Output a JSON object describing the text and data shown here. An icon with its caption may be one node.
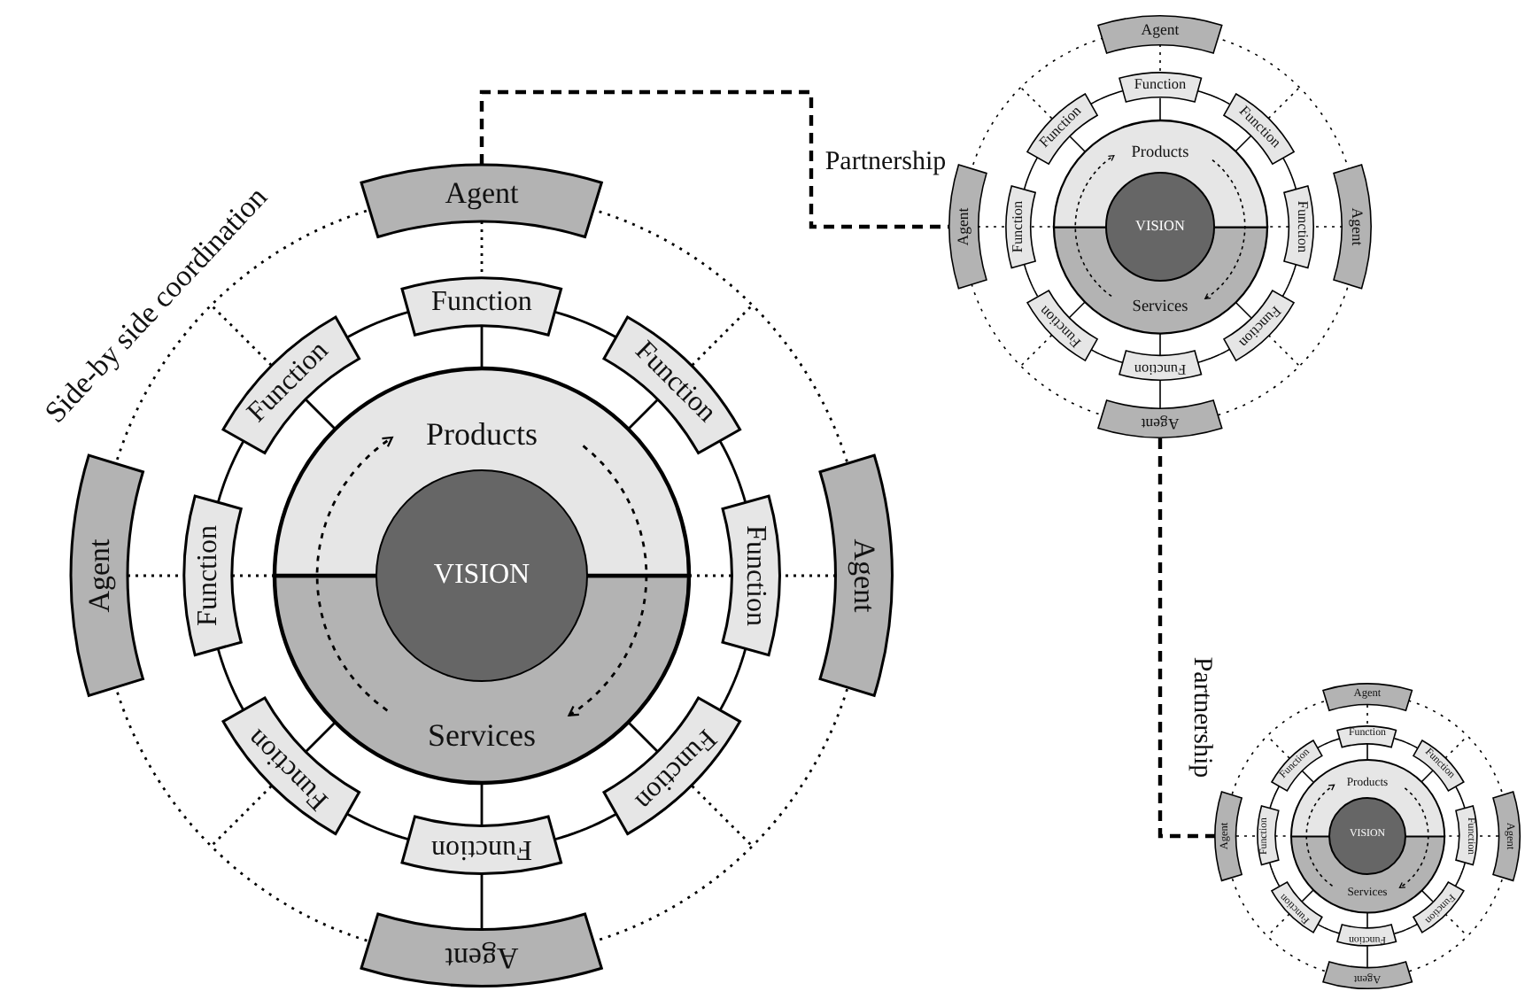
{
  "diagram": {
    "nodes": [
      {
        "text": [
          "Agent"
        ]
      },
      {
        "text": [
          "Agent"
        ]
      },
      {
        "text": [
          "Agent"
        ]
      },
      {
        "text": [
          "Agent"
        ]
      },
      {
        "text": [
          "Function"
        ]
      },
      {
        "text": [
          "Function"
        ]
      },
      {
        "text": [
          "Function"
        ]
      },
      {
        "text": [
          "Function"
        ]
      },
      {
        "text": [
          "Function"
        ]
      },
      {
        "text": [
          "Function"
        ]
      },
      {
        "text": [
          "Function"
        ]
      },
      {
        "text": [
          "Function"
        ]
      },
      {
        "text": [
          "Products"
        ]
      },
      {
        "text": [
          "VISION"
        ]
      },
      {
        "text": [
          "Services"
        ]
      },
      {
        "text": [
          "Agent"
        ]
      },
      {
        "text": [
          "Agent"
        ]
      },
      {
        "text": [
          "Agent"
        ]
      },
      {
        "text": [
          "Agent"
        ]
      },
      {
        "text": [
          "Function"
        ]
      },
      {
        "text": [
          "Function"
        ]
      },
      {
        "text": [
          "Function"
        ]
      },
      {
        "text": [
          "Function"
        ]
      },
      {
        "text": [
          "Function"
        ]
      },
      {
        "text": [
          "Function"
        ]
      },
      {
        "text": [
          "Function"
        ]
      },
      {
        "text": [
          "Function"
        ]
      },
      {
        "text": [
          "Products"
        ]
      },
      {
        "text": [
          "VISION"
        ]
      },
      {
        "text": [
          "Services"
        ]
      },
      {
        "text": [
          "Agent"
        ]
      },
      {
        "text": [
          "Agent"
        ]
      },
      {
        "text": [
          "Agent"
        ]
      },
      {
        "text": [
          "Agent"
        ]
      },
      {
        "text": [
          "Function"
        ]
      },
      {
        "text": [
          "Function"
        ]
      },
      {
        "text": [
          "Function"
        ]
      },
      {
        "text": [
          "Function"
        ]
      },
      {
        "text": [
          "Function"
        ]
      },
      {
        "text": [
          "Function"
        ]
      },
      {
        "text": [
          "Function"
        ]
      },
      {
        "text": [
          "Function"
        ]
      },
      {
        "text": [
          "Products"
        ]
      },
      {
        "text": [
          "VISION"
        ]
      },
      {
        "text": [
          "Services"
        ]
      }
    ],
    "edges": [
      {
        "from": 0,
        "to": 4,
        "arrow": "none",
        "style": "dashed"
      },
      {
        "from": 1,
        "to": 7,
        "arrow": "none",
        "style": "dashed"
      },
      {
        "from": 7,
        "to": 12,
        "arrow": "none",
        "style": "dashed"
      },
      {
        "from": 2,
        "to": 8,
        "arrow": "none",
        "style": "dashed"
      },
      {
        "from": 8,
        "to": 12,
        "arrow": "none",
        "style": "dashed"
      },
      {
        "from": 3,
        "to": 11,
        "arrow": "none"
      },
      {
        "from": 4,
        "to": 12,
        "arrow": "none"
      },
      {
        "from": 5,
        "to": 12,
        "arrow": "none"
      },
      {
        "from": 6,
        "to": 12,
        "arrow": "none"
      },
      {
        "from": 9,
        "to": 14,
        "arrow": "none"
      },
      {
        "from": 10,
        "to": 14,
        "arrow": "none"
      },
      {
        "from": 11,
        "to": 14,
        "arrow": "none"
      },
      {
        "from": 4,
        "to": 6,
        "arrow": "none"
      },
      {
        "from": 6,
        "to": 8,
        "arrow": "none"
      },
      {
        "from": 8,
        "to": 10,
        "arrow": "none"
      },
      {
        "from": 10,
        "to": 11,
        "arrow": "none"
      },
      {
        "from": 11,
        "to": 9,
        "arrow": "none"
      },
      {
        "from": 9,
        "to": 7,
        "arrow": "none"
      },
      {
        "from": 7,
        "to": 5,
        "arrow": "none"
      },
      {
        "from": 5,
        "to": 4,
        "arrow": "none"
      },
      {
        "from": 15,
        "to": 19,
        "arrow": "none",
        "style": "dashed"
      },
      {
        "from": 16,
        "to": 22,
        "arrow": "none",
        "style": "dashed"
      },
      {
        "from": 22,
        "to": 27,
        "arrow": "none",
        "style": "dashed"
      },
      {
        "from": 17,
        "to": 23,
        "arrow": "none",
        "style": "dashed"
      },
      {
        "from": 23,
        "to": 27,
        "arrow": "none",
        "style": "dashed"
      },
      {
        "from": 18,
        "to": 26,
        "arrow": "none"
      },
      {
        "from": 19,
        "to": 27,
        "arrow": "none"
      },
      {
        "from": 20,
        "to": 27,
        "arrow": "none"
      },
      {
        "from": 21,
        "to": 27,
        "arrow": "none"
      },
      {
        "from": 24,
        "to": 29,
        "arrow": "none"
      },
      {
        "from": 25,
        "to": 29,
        "arrow": "none"
      },
      {
        "from": 26,
        "to": 29,
        "arrow": "none"
      },
      {
        "from": 19,
        "to": 21,
        "arrow": "none"
      },
      {
        "from": 21,
        "to": 23,
        "arrow": "none"
      },
      {
        "from": 23,
        "to": 25,
        "arrow": "none"
      },
      {
        "from": 25,
        "to": 26,
        "arrow": "none"
      },
      {
        "from": 26,
        "to": 24,
        "arrow": "none"
      },
      {
        "from": 24,
        "to": 22,
        "arrow": "none"
      },
      {
        "from": 22,
        "to": 20,
        "arrow": "none"
      },
      {
        "from": 20,
        "to": 19,
        "arrow": "none"
      },
      {
        "from": 30,
        "to": 34,
        "arrow": "none",
        "style": "dashed"
      },
      {
        "from": 31,
        "to": 37,
        "arrow": "none",
        "style": "dashed"
      },
      {
        "from": 37,
        "to": 42,
        "arrow": "none",
        "style": "dashed"
      },
      {
        "from": 32,
        "to": 38,
        "arrow": "none",
        "style": "dashed"
      },
      {
        "from": 38,
        "to": 42,
        "arrow": "none",
        "style": "dashed"
      },
      {
        "from": 33,
        "to": 41,
        "arrow": "none"
      },
      {
        "from": 34,
        "to": 42,
        "arrow": "none"
      },
      {
        "from": 35,
        "to": 42,
        "arrow": "none"
      },
      {
        "from": 36,
        "to": 42,
        "arrow": "none"
      },
      {
        "from": 39,
        "to": 44,
        "arrow": "none"
      },
      {
        "from": 40,
        "to": 44,
        "arrow": "none"
      },
      {
        "from": 41,
        "to": 44,
        "arrow": "none"
      },
      {
        "from": 34,
        "to": 36,
        "arrow": "none"
      },
      {
        "from": 36,
        "to": 38,
        "arrow": "none"
      },
      {
        "from": 38,
        "to": 40,
        "arrow": "none"
      },
      {
        "from": 40,
        "to": 41,
        "arrow": "none"
      },
      {
        "from": 41,
        "to": 39,
        "arrow": "none"
      },
      {
        "from": 39,
        "to": 37,
        "arrow": "none"
      },
      {
        "from": 37,
        "to": 35,
        "arrow": "none"
      },
      {
        "from": 35,
        "to": 34,
        "arrow": "none"
      },
      {
        "from": 0,
        "to": 16,
        "arrow": "none",
        "style": "dashed",
        "label": "Partnership"
      },
      {
        "from": 18,
        "to": 31,
        "arrow": "none",
        "style": "dashed",
        "label": "Partnership"
      },
      {
        "from": 12,
        "to": 14,
        "arrow": "to",
        "style": "dashed"
      },
      {
        "from": 14,
        "to": 12,
        "arrow": "to",
        "style": "dashed"
      },
      {
        "from": 27,
        "to": 29,
        "arrow": "to",
        "style": "dashed"
      },
      {
        "from": 29,
        "to": 27,
        "arrow": "to",
        "style": "dashed"
      },
      {
        "from": 42,
        "to": 44,
        "arrow": "to",
        "style": "dashed"
      },
      {
        "from": 44,
        "to": 42,
        "arrow": "to",
        "style": "dashed"
      }
    ],
    "labels": [
      "Side-by side coordination"
    ]
  }
}
